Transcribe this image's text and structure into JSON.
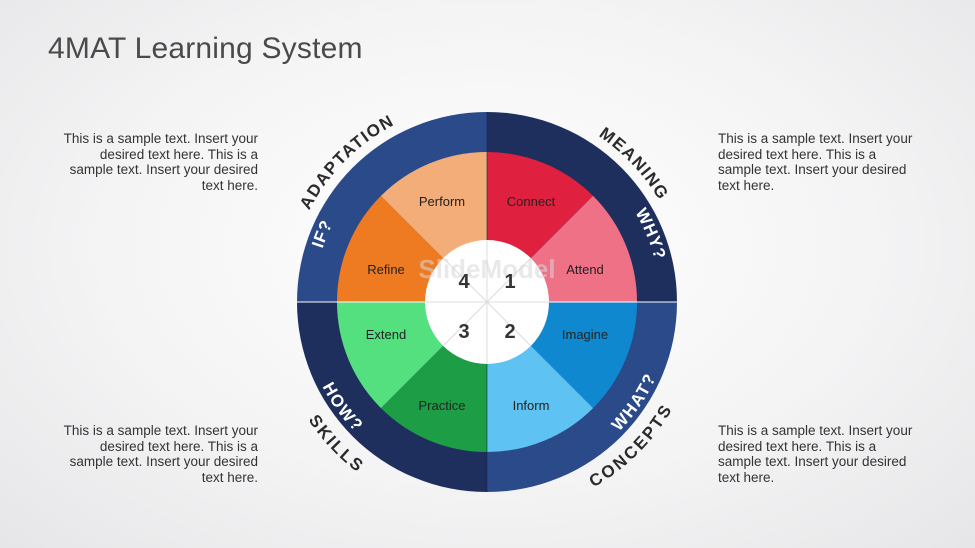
{
  "title": "4MAT Learning System",
  "notes": {
    "top_left": "This is a sample text. Insert your desired text here. This is a sample text. Insert your desired text here.",
    "top_right": "This is a sample text. Insert your desired text here. This is a sample text. Insert your desired text here.",
    "bottom_left": "This is a sample text. Insert your desired text here. This is a sample text. Insert your desired text here.",
    "bottom_right": "This is a sample text. Insert your desired text here. This is a sample text. Insert your desired text here."
  },
  "outer_labels": {
    "top_left": "ADAPTATION",
    "top_right": "MEANING",
    "bottom_left": "SKILLS",
    "bottom_right": "CONCEPTS"
  },
  "quadrant_questions": {
    "top_left": "IF?",
    "top_right": "WHY?",
    "bottom_left": "HOW?",
    "bottom_right": "WHAT?"
  },
  "numbers": {
    "q1": "1",
    "q2": "2",
    "q3": "3",
    "q4": "4"
  },
  "segments": {
    "connect": "Connect",
    "attend": "Attend",
    "imagine": "Imagine",
    "inform": "Inform",
    "practice": "Practice",
    "extend": "Extend",
    "refine": "Refine",
    "perform": "Perform"
  },
  "watermark": "SlideModel",
  "colors": {
    "ring_dark": "#1e2f5e",
    "ring_mid": "#2b4a8a",
    "connect": "#e0203f",
    "attend": "#ee7186",
    "imagine": "#1088d0",
    "inform": "#5ec3f3",
    "practice": "#1d9e46",
    "extend": "#55e080",
    "refine": "#ee7a22",
    "perform": "#f2ad79"
  }
}
